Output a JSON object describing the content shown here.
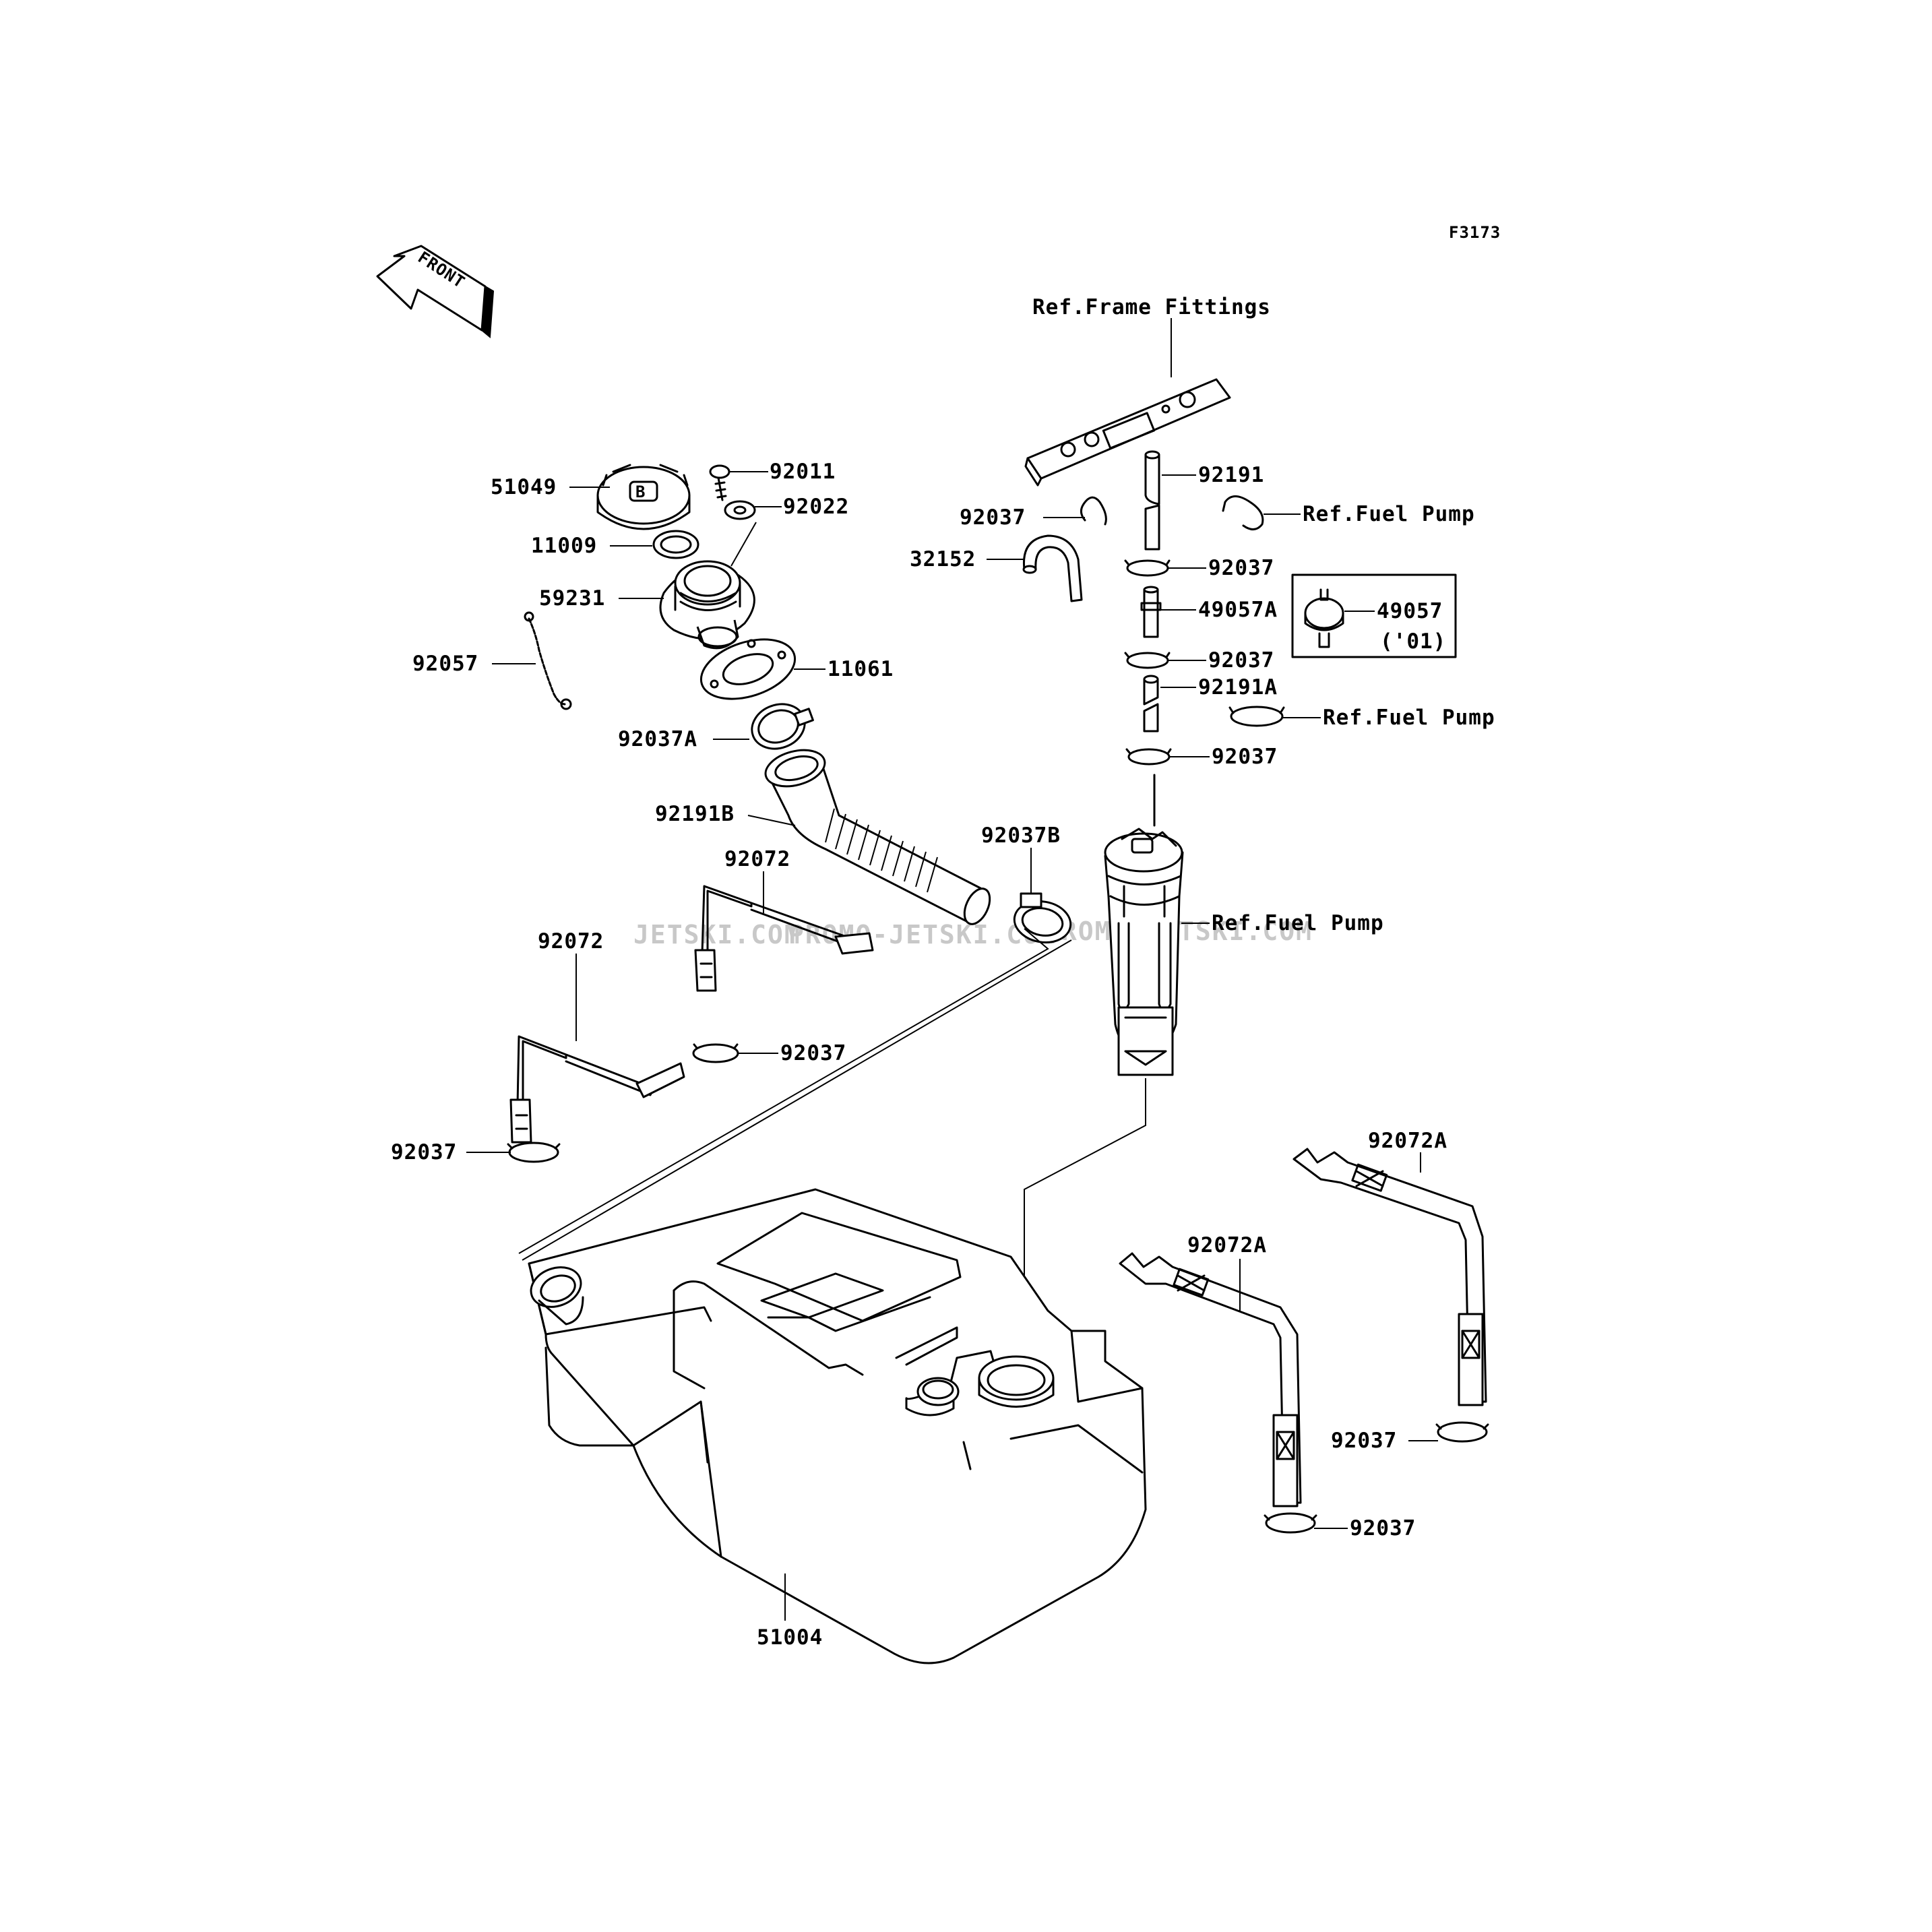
{
  "figure_code": "F3173",
  "front_arrow": "FRONT",
  "watermarks": [
    "JETSKI.COM",
    "PROMO-JETSKI.COM",
    "PROMO-JETSKI.COM"
  ],
  "labels": {
    "ref_frame_fittings": "Ref.Frame Fittings",
    "ref_fuel_pump_1": "Ref.Fuel Pump",
    "ref_fuel_pump_2": "Ref.Fuel Pump",
    "ref_fuel_pump_3": "Ref.Fuel Pump",
    "p51049": "51049",
    "p92011": "92011",
    "p92022": "92022",
    "p11009": "11009",
    "p59231": "59231",
    "p92057": "92057",
    "p11061": "11061",
    "p92037A": "92037A",
    "p92191B": "92191B",
    "p92072_upper": "92072",
    "p92072_lower": "92072",
    "p92037B": "92037B",
    "p92037_strap_mid": "92037",
    "p92037_strap_left": "92037",
    "p92037_top_left": "92037",
    "p32152": "32152",
    "p92191": "92191",
    "p92037_r1": "92037",
    "p49057A": "49057A",
    "p49057": "49057",
    "p49057_note": "('01)",
    "p92037_r2": "92037",
    "p92191A": "92191A",
    "p92037_r3": "92037",
    "p92072A_right": "92072A",
    "p92072A_mid": "92072A",
    "p92037_br1": "92037",
    "p92037_br2": "92037",
    "p51004": "51004"
  }
}
